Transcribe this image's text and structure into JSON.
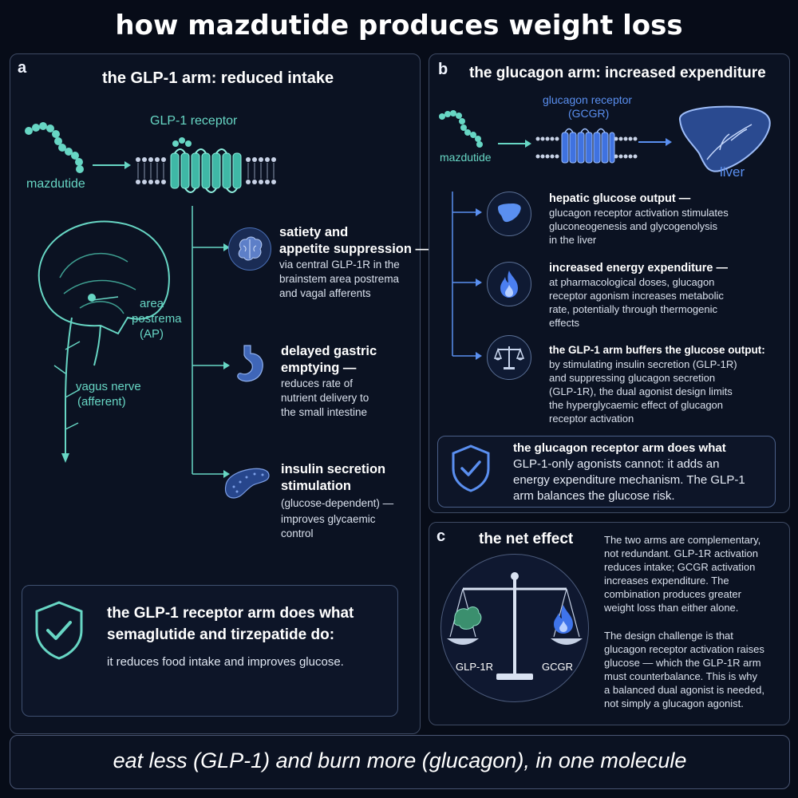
{
  "title": "how mazdutide produces weight loss",
  "panel_a": {
    "letter": "a",
    "title": "the GLP-1 arm: reduced intake",
    "molecule_label": "mazdutide",
    "receptor_label": "GLP-1 receptor",
    "ap_label_1": "area",
    "ap_label_2": "postrema",
    "ap_label_3": "(AP)",
    "vagus_label_1": "vagus nerve",
    "vagus_label_2": "(afferent)",
    "effects": [
      {
        "head_1": "satiety and",
        "head_2": "appetite suppression —",
        "body_1": "via central GLP-1R in the",
        "body_2": "brainstem area postrema",
        "body_3": "and vagal afferents"
      },
      {
        "head_1": "delayed gastric",
        "head_2": "emptying —",
        "body_1": "reduces rate of",
        "body_2": "nutrient delivery to",
        "body_3": "the small intestine"
      },
      {
        "head_1": "insulin secretion",
        "head_2": "stimulation",
        "body_1": "(glucose-dependent) —",
        "body_2": "improves glycaemic",
        "body_3": "control"
      }
    ],
    "callout_line_1": "the GLP-1 receptor arm does what",
    "callout_line_2": "semaglutide and tirzepatide do:",
    "callout_line_3": "it reduces food intake and improves glucose."
  },
  "panel_b": {
    "letter": "b",
    "title": "the glucagon arm: increased expenditure",
    "molecule_label": "mazdutide",
    "receptor_label_1": "glucagon receptor",
    "receptor_label_2": "(GCGR)",
    "liver_label": "liver",
    "effects": [
      {
        "head": "hepatic glucose output —",
        "body_1": "glucagon receptor activation stimulates",
        "body_2": "gluconeogenesis and glycogenolysis",
        "body_3": "in the liver",
        "body_4": ""
      },
      {
        "head": "increased energy expenditure —",
        "body_1": "at pharmacological doses, glucagon",
        "body_2": "receptor agonism increases metabolic",
        "body_3": "rate, potentially through thermogenic",
        "body_4": "effects"
      },
      {
        "head": "the GLP-1 arm buffers the glucose output:",
        "body_1": "by stimulating insulin secretion (GLP-1R)",
        "body_2": "and suppressing glucagon secretion",
        "body_3": "(GLP-1R), the dual agonist design limits",
        "body_4": "the hyperglycaemic effect of glucagon",
        "body_5": "receptor activation"
      }
    ],
    "callout_line_1": "the glucagon receptor arm does what",
    "callout_line_2": "GLP-1-only agonists cannot: it adds an",
    "callout_line_3": "energy expenditure mechanism. The GLP-1",
    "callout_line_4": "arm balances the glucose risk."
  },
  "panel_c": {
    "letter": "c",
    "title": "the net effect",
    "left_pan_label": "GLP-1R",
    "right_pan_label": "GCGR",
    "para1": [
      "The two arms are complementary,",
      "not redundant. GLP-1R activation",
      "reduces intake; GCGR activation",
      "increases expenditure. The",
      "combination produces greater",
      "weight loss than either alone."
    ],
    "para2": [
      "The design challenge is that",
      "glucagon receptor activation raises",
      "glucose — which the GLP-1R arm",
      "must counterbalance. This is why",
      "a balanced dual agonist is needed,",
      "not simply a glucagon agonist."
    ]
  },
  "footer": "eat less (GLP-1) and burn more (glucagon), in one molecule",
  "colors": {
    "background": "#070c18",
    "teal": "#67d6c4",
    "blue": "#5a8ff0",
    "border": "#3e4a63"
  },
  "icons": [
    "peptide-chain-icon",
    "seven-transmembrane-receptor-icon",
    "brain-icon",
    "stomach-icon",
    "pancreas-icon",
    "shield-check-icon",
    "liver-icon",
    "flame-icon",
    "balance-scale-icon"
  ]
}
